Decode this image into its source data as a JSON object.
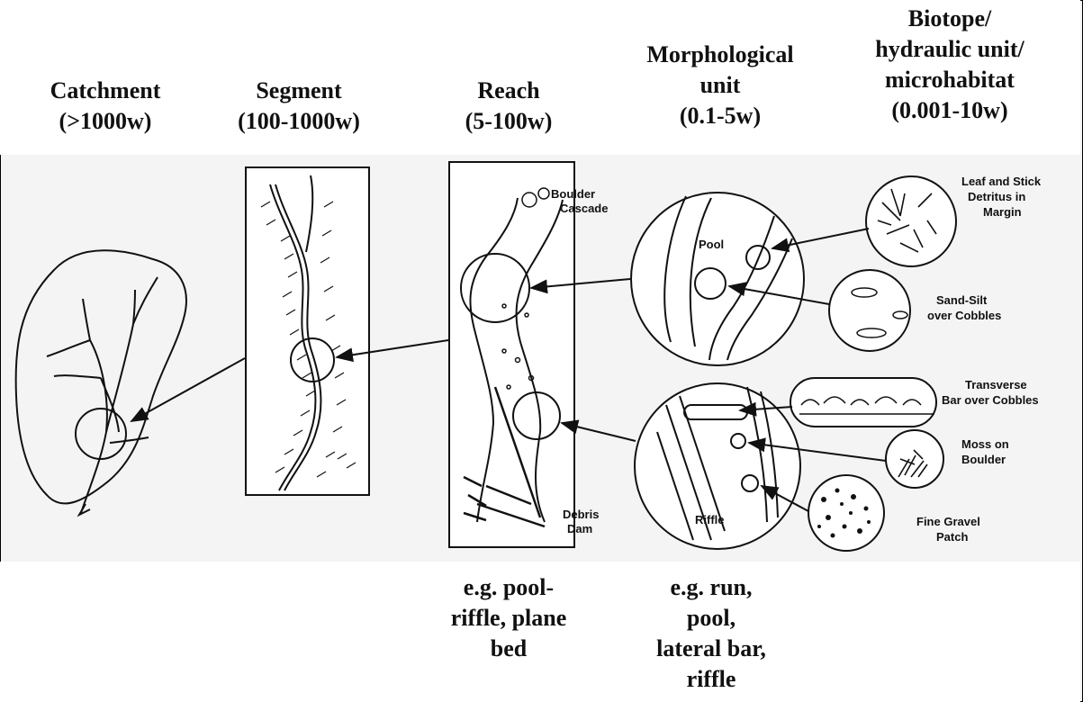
{
  "columns": [
    {
      "title_lines": [
        "Catchment",
        "(>1000w)"
      ]
    },
    {
      "title_lines": [
        "Segment",
        "(100-1000w)"
      ]
    },
    {
      "title_lines": [
        "Reach",
        "(5-100w)"
      ]
    },
    {
      "title_lines": [
        "Morphological",
        "unit",
        "(0.1-5w)"
      ]
    },
    {
      "title_lines": [
        "Biotope/",
        "hydraulic unit/",
        "microhabitat",
        "(0.001-10w)"
      ]
    }
  ],
  "examples": {
    "reach": [
      "e.g. pool-",
      "riffle, plane",
      "bed"
    ],
    "morph": [
      "e.g. run,",
      "pool,",
      "lateral bar,",
      "riffle"
    ]
  },
  "labels": {
    "boulder": [
      "Boulder",
      "Cascade"
    ],
    "debris": [
      "Debris",
      "Dam"
    ],
    "pool": "Pool",
    "riffle": "Riffle",
    "leaf": [
      "Leaf and Stick",
      "Detritus in",
      "Margin"
    ],
    "sand": [
      "Sand-Silt",
      "over Cobbles"
    ],
    "transverse": [
      "Transverse",
      "Bar over Cobbles"
    ],
    "moss": [
      "Moss on",
      "Boulder"
    ],
    "gravel": [
      "Fine Gravel",
      "Patch"
    ]
  }
}
